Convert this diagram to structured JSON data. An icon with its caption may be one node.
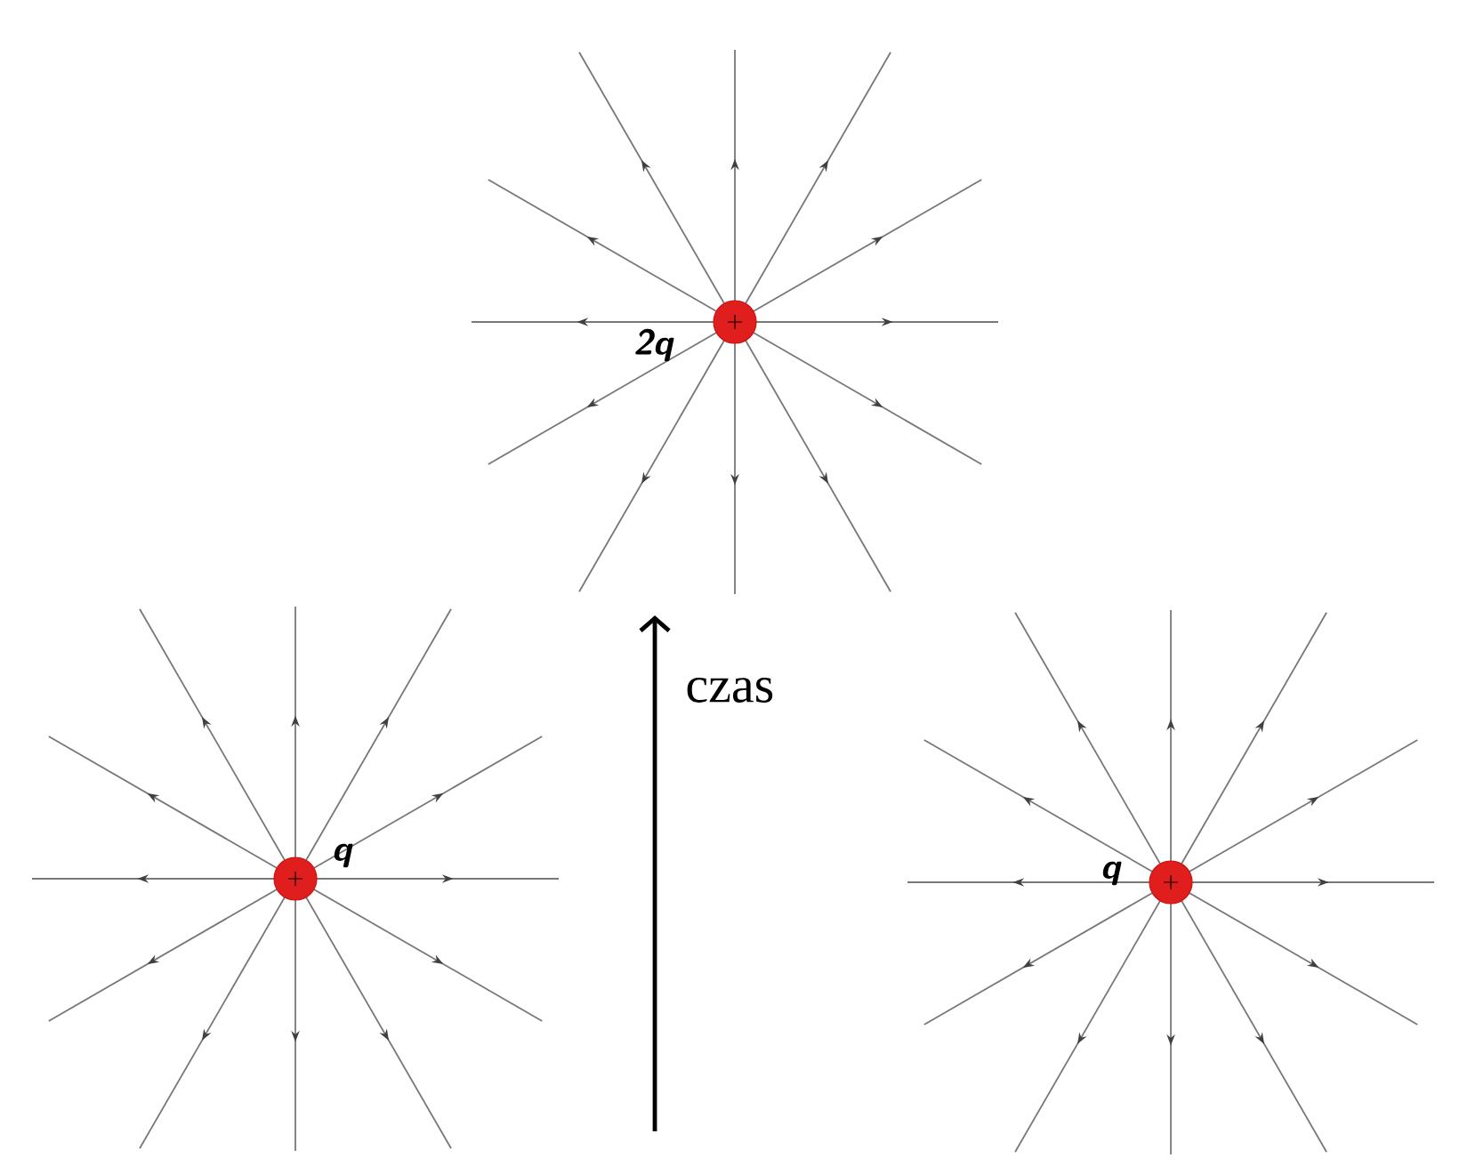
{
  "diagram": {
    "labels": [
      "2q",
      "q",
      "q",
      "czas"
    ]
  }
}
